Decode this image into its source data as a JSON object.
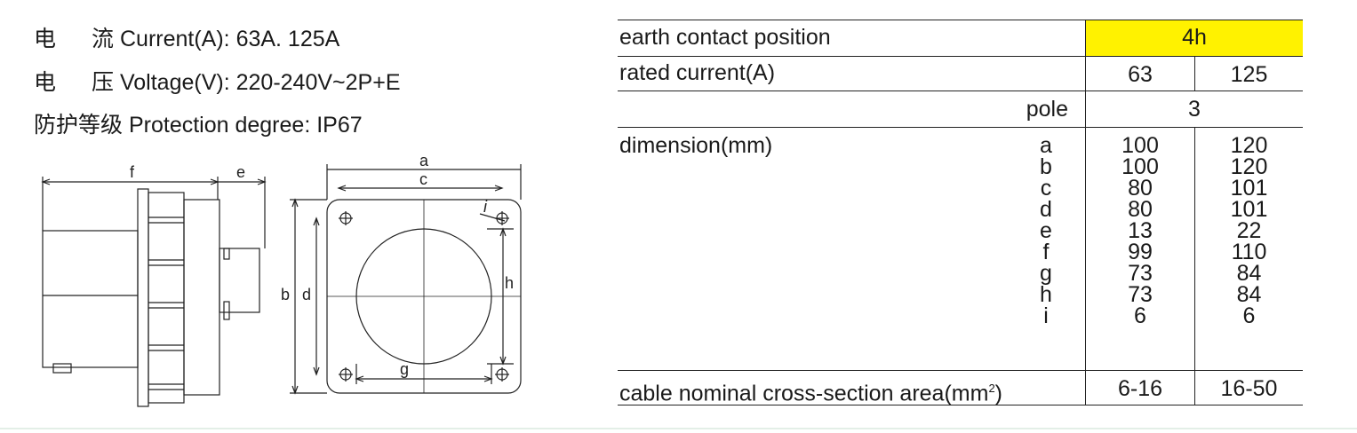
{
  "specs": {
    "current": {
      "cn_a": "电",
      "cn_b": "流",
      "text": "Current(A): 63A. 125A"
    },
    "voltage": {
      "cn_a": "电",
      "cn_b": "压",
      "text": "Voltage(V): 220-240V~2P+E"
    },
    "protection": {
      "cn": "防护等级",
      "text": "Protection degree: IP67"
    }
  },
  "drawing_labels": {
    "f": "f",
    "e": "e",
    "a": "a",
    "c": "c",
    "i": "i",
    "b": "b",
    "d": "d",
    "h": "h",
    "g": "g"
  },
  "table": {
    "earth_label": "earth contact position",
    "earth_value": "4h",
    "rated_label": "rated current(A)",
    "rated": [
      "63",
      "125"
    ],
    "pole_label": "pole",
    "pole_value": "3",
    "dimension_label": "dimension(mm)",
    "dim_letters": [
      "a",
      "b",
      "c",
      "d",
      "e",
      "f",
      "g",
      "h",
      "i"
    ],
    "dim_63": [
      "100",
      "100",
      "80",
      "80",
      "13",
      "99",
      "73",
      "73",
      "6"
    ],
    "dim_125": [
      "120",
      "120",
      "101",
      "101",
      "22",
      "110",
      "84",
      "84",
      "6"
    ],
    "cable_label": "cable nominal cross-section area(mm",
    "cable_sup": "2",
    "cable_close": ")",
    "cable": [
      "6-16",
      "16-50"
    ]
  },
  "colors": {
    "highlight": "#fff200",
    "line": "#222222"
  }
}
